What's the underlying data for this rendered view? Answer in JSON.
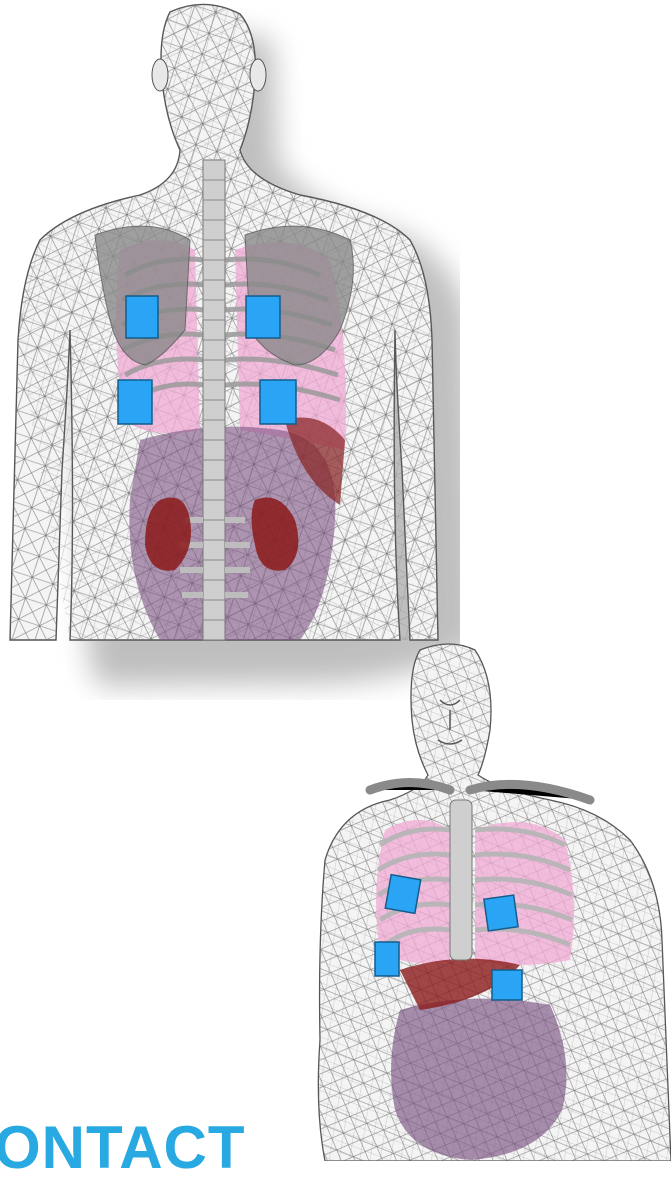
{
  "colors": {
    "electrode": "#2aa4f4",
    "electrode_edge": "#155d8c",
    "mesh": "#6c6c6c",
    "lung": "#f2a9d5",
    "kidney": "#8b1a1a",
    "intestine": "#7d5584",
    "bone": "#c9c9c9",
    "heading": "#29a9e1"
  },
  "figures": {
    "back_view": {
      "electrodes": 4
    },
    "front_view": {
      "electrodes": 4
    }
  },
  "heading": {
    "text": "ONTACT"
  }
}
